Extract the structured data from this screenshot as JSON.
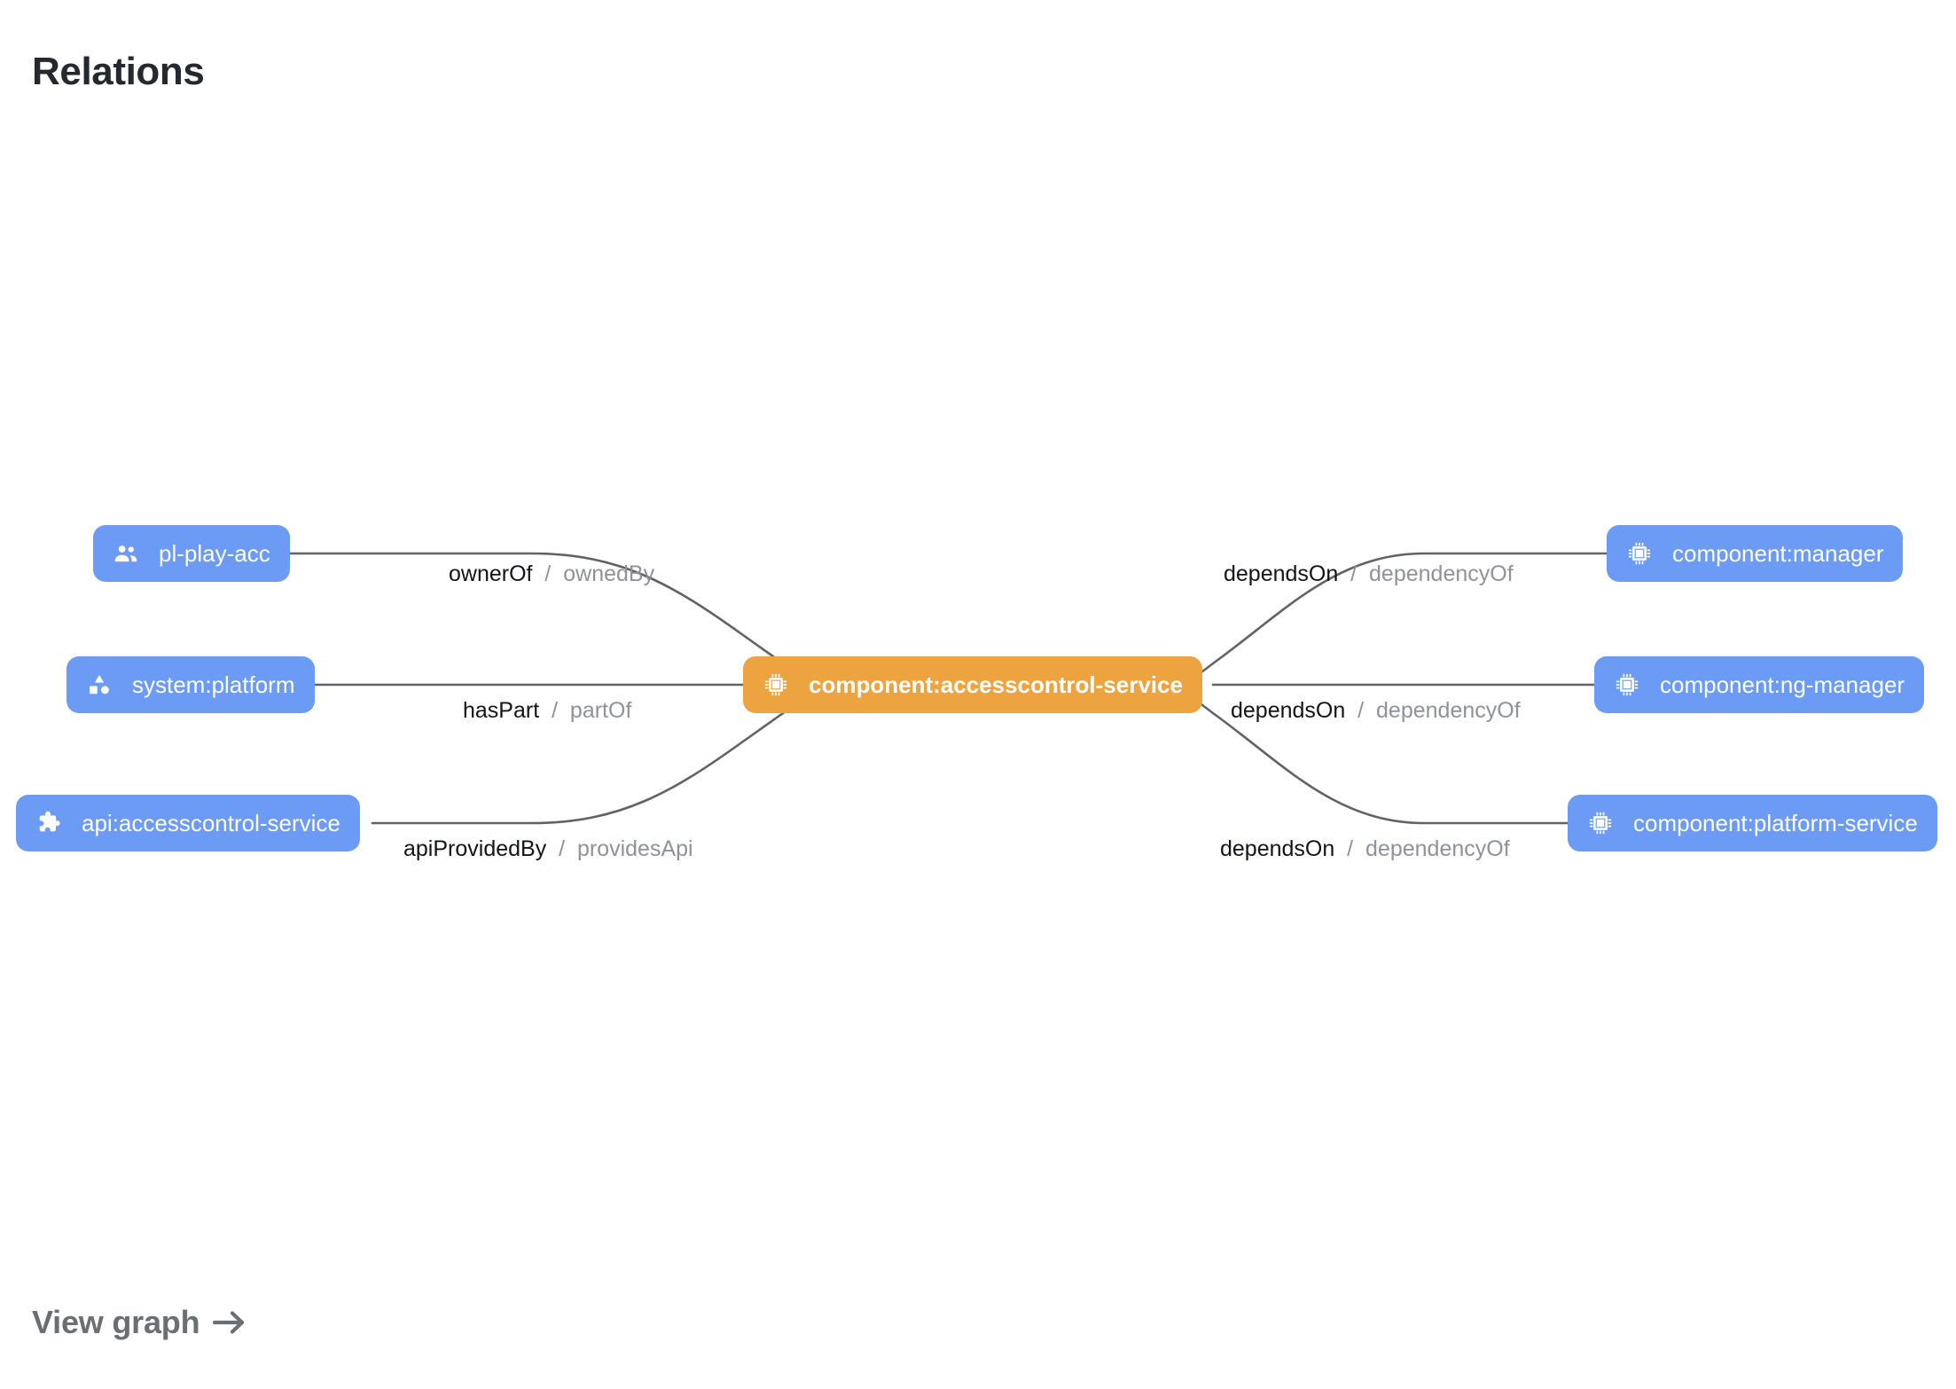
{
  "page": {
    "title": "Relations"
  },
  "footer": {
    "view_graph_label": "View graph",
    "arrow_icon": "arrow-right-icon"
  },
  "colors": {
    "node_blue": "#6b9bf5",
    "node_orange": "#eda33f",
    "edge_line": "#5f6368",
    "label_primary": "#111418",
    "label_secondary": "#8e9299",
    "title": "#24292f",
    "footer_link": "#6a6f76",
    "background": "#ffffff"
  },
  "graph": {
    "focus_node_id": "component:accesscontrol-service",
    "nodes": [
      {
        "id": "pl-play-acc",
        "label": "pl-play-acc",
        "kind": "group",
        "icon": "people-group-icon",
        "color": "#6b9bf5",
        "side": "left",
        "row": "top"
      },
      {
        "id": "system:platform",
        "label": "system:platform",
        "kind": "system",
        "icon": "category-shapes-icon",
        "color": "#6b9bf5",
        "side": "left",
        "row": "middle"
      },
      {
        "id": "api:accesscontrol-service",
        "label": "api:accesscontrol-service",
        "kind": "api",
        "icon": "puzzle-extension-icon",
        "color": "#6b9bf5",
        "side": "left",
        "row": "bottom"
      },
      {
        "id": "component:accesscontrol-service",
        "label": "component:accesscontrol-service",
        "kind": "component",
        "icon": "memory-chip-icon",
        "color": "#eda33f",
        "side": "center",
        "row": "middle"
      },
      {
        "id": "component:manager",
        "label": "component:manager",
        "kind": "component",
        "icon": "memory-chip-icon",
        "color": "#6b9bf5",
        "side": "right",
        "row": "top"
      },
      {
        "id": "component:ng-manager",
        "label": "component:ng-manager",
        "kind": "component",
        "icon": "memory-chip-icon",
        "color": "#6b9bf5",
        "side": "right",
        "row": "middle"
      },
      {
        "id": "component:platform-service",
        "label": "component:platform-service",
        "kind": "component",
        "icon": "memory-chip-icon",
        "color": "#6b9bf5",
        "side": "right",
        "row": "bottom"
      }
    ],
    "edges": [
      {
        "id": "edge-ownerof",
        "source": "pl-play-acc",
        "target": "component:accesscontrol-service",
        "forward": "ownerOf",
        "separator": "/",
        "reverse": "ownedBy"
      },
      {
        "id": "edge-haspart",
        "source": "system:platform",
        "target": "component:accesscontrol-service",
        "forward": "hasPart",
        "separator": "/",
        "reverse": "partOf"
      },
      {
        "id": "edge-apiprovidedby",
        "source": "api:accesscontrol-service",
        "target": "component:accesscontrol-service",
        "forward": "apiProvidedBy",
        "separator": "/",
        "reverse": "providesApi"
      },
      {
        "id": "edge-dependson-manager",
        "source": "component:accesscontrol-service",
        "target": "component:manager",
        "forward": "dependsOn",
        "separator": "/",
        "reverse": "dependencyOf"
      },
      {
        "id": "edge-dependson-ng-manager",
        "source": "component:accesscontrol-service",
        "target": "component:ng-manager",
        "forward": "dependsOn",
        "separator": "/",
        "reverse": "dependencyOf"
      },
      {
        "id": "edge-dependson-platform-service",
        "source": "component:accesscontrol-service",
        "target": "component:platform-service",
        "forward": "dependsOn",
        "separator": "/",
        "reverse": "dependencyOf"
      }
    ]
  }
}
